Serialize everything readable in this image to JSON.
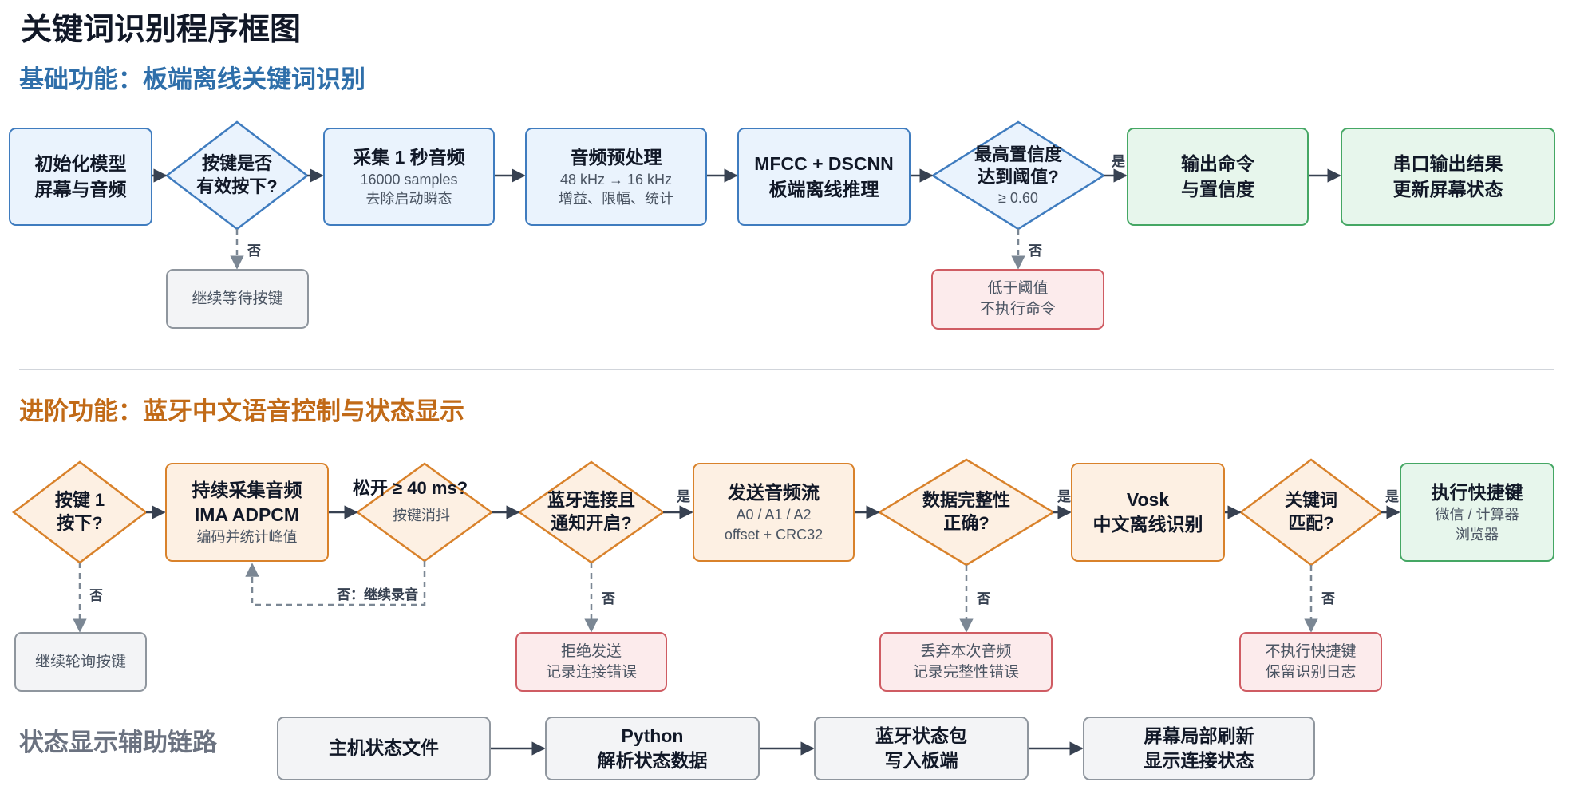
{
  "title": "关键词识别程序框图",
  "basic": {
    "heading": "基础功能：板端离线关键词识别",
    "init": [
      "初始化模型",
      "屏幕与音频"
    ],
    "key_valid": [
      "按键是否",
      "有效按下?"
    ],
    "wait_key": "继续等待按键",
    "collect": {
      "title": "采集 1 秒音频",
      "sub1": "16000 samples",
      "sub2": "去除启动瞬态"
    },
    "preprocess": {
      "title": "音频预处理",
      "sub1": "48 kHz → 16 kHz",
      "sub2": "增益、限幅、统计"
    },
    "infer": [
      "MFCC + DSCNN",
      "板端离线推理"
    ],
    "conf": {
      "line1": "最高置信度",
      "line2": "达到阈值?",
      "value": "≥ 0.60"
    },
    "below": [
      "低于阈值",
      "不执行命令"
    ],
    "output_cmd": [
      "输出命令",
      "与置信度"
    ],
    "serial": [
      "串口输出结果",
      "更新屏幕状态"
    ],
    "yes": "是",
    "no": "否"
  },
  "advanced": {
    "heading": "进阶功能：蓝牙中文语音控制与状态显示",
    "key1": [
      "按键 1",
      "按下?"
    ],
    "poll": "继续轮询按键",
    "capture": {
      "title1": "持续采集音频",
      "title2": "IMA ADPCM",
      "sub": "编码并统计峰值"
    },
    "release": {
      "title": "松开 ≥ 40 ms?",
      "sub": "按键消抖"
    },
    "release_no": "否：继续录音",
    "bt": [
      "蓝牙连接且",
      "通知开启?"
    ],
    "reject": [
      "拒绝发送",
      "记录连接错误"
    ],
    "send": {
      "title": "发送音频流",
      "sub1": "A0 / A1 / A2",
      "sub2": "offset + CRC32"
    },
    "integrity": [
      "数据完整性",
      "正确?"
    ],
    "drop": [
      "丢弃本次音频",
      "记录完整性错误"
    ],
    "vosk": [
      "Vosk",
      "中文离线识别"
    ],
    "match": [
      "关键词",
      "匹配?"
    ],
    "nomatch": [
      "不执行快捷键",
      "保留识别日志"
    ],
    "shortcut": {
      "title": "执行快捷键",
      "sub1": "微信 / 计算器",
      "sub2": "浏览器"
    },
    "yes": "是",
    "no": "否"
  },
  "status": {
    "heading": "状态显示辅助链路",
    "steps": [
      [
        "主机状态文件"
      ],
      [
        "Python",
        "解析状态数据"
      ],
      [
        "蓝牙状态包",
        "写入板端"
      ],
      [
        "屏幕局部刷新",
        "显示连接状态"
      ]
    ]
  },
  "colors": {
    "blue_border": "#3f7cbf",
    "blue_fill": "#eaf3fd",
    "orange_border": "#d9822b",
    "orange_fill": "#fdf0e3",
    "green_border": "#45a764",
    "green_fill": "#e7f6ec",
    "red_border": "#cf5c63",
    "red_fill": "#fcebec",
    "gray_border": "#8f969e",
    "gray_fill": "#f3f4f6"
  }
}
